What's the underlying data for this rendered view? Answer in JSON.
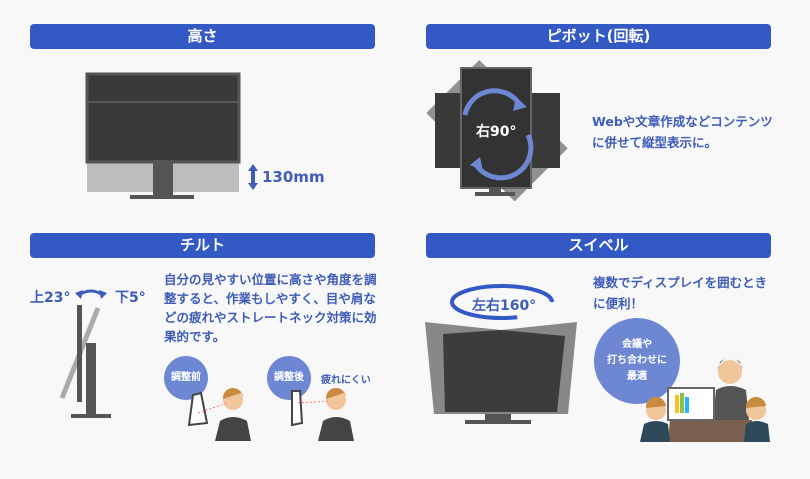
{
  "sections": {
    "height": {
      "title": "高さ",
      "value": "130mm"
    },
    "pivot": {
      "title": "ピボット(回転)",
      "rotation": "右90°",
      "description": "Webや文章作成などコンテンツに併せて縦型表示に。"
    },
    "tilt": {
      "title": "チルト",
      "up": "上23°",
      "down": "下5°",
      "description": "自分の見やすい位置に高さや角度を調整すると、作業もしやすく、目や肩などの疲れやストレートネック対策に効果的です。",
      "before": "調整前",
      "after": "調整後",
      "after_note": "疲れにくい"
    },
    "swivel": {
      "title": "スイベル",
      "rotation": "左右160°",
      "description": "複数でディスプレイを囲むときに便利！",
      "bubble_line1": "会議や",
      "bubble_line2": "打ち合わせに",
      "bubble_line3": "最適"
    }
  },
  "colors": {
    "header": "#3359c4",
    "text": "#3e5cb8",
    "bubble": "#6e87d3",
    "monitor": "#3f3f3f"
  }
}
